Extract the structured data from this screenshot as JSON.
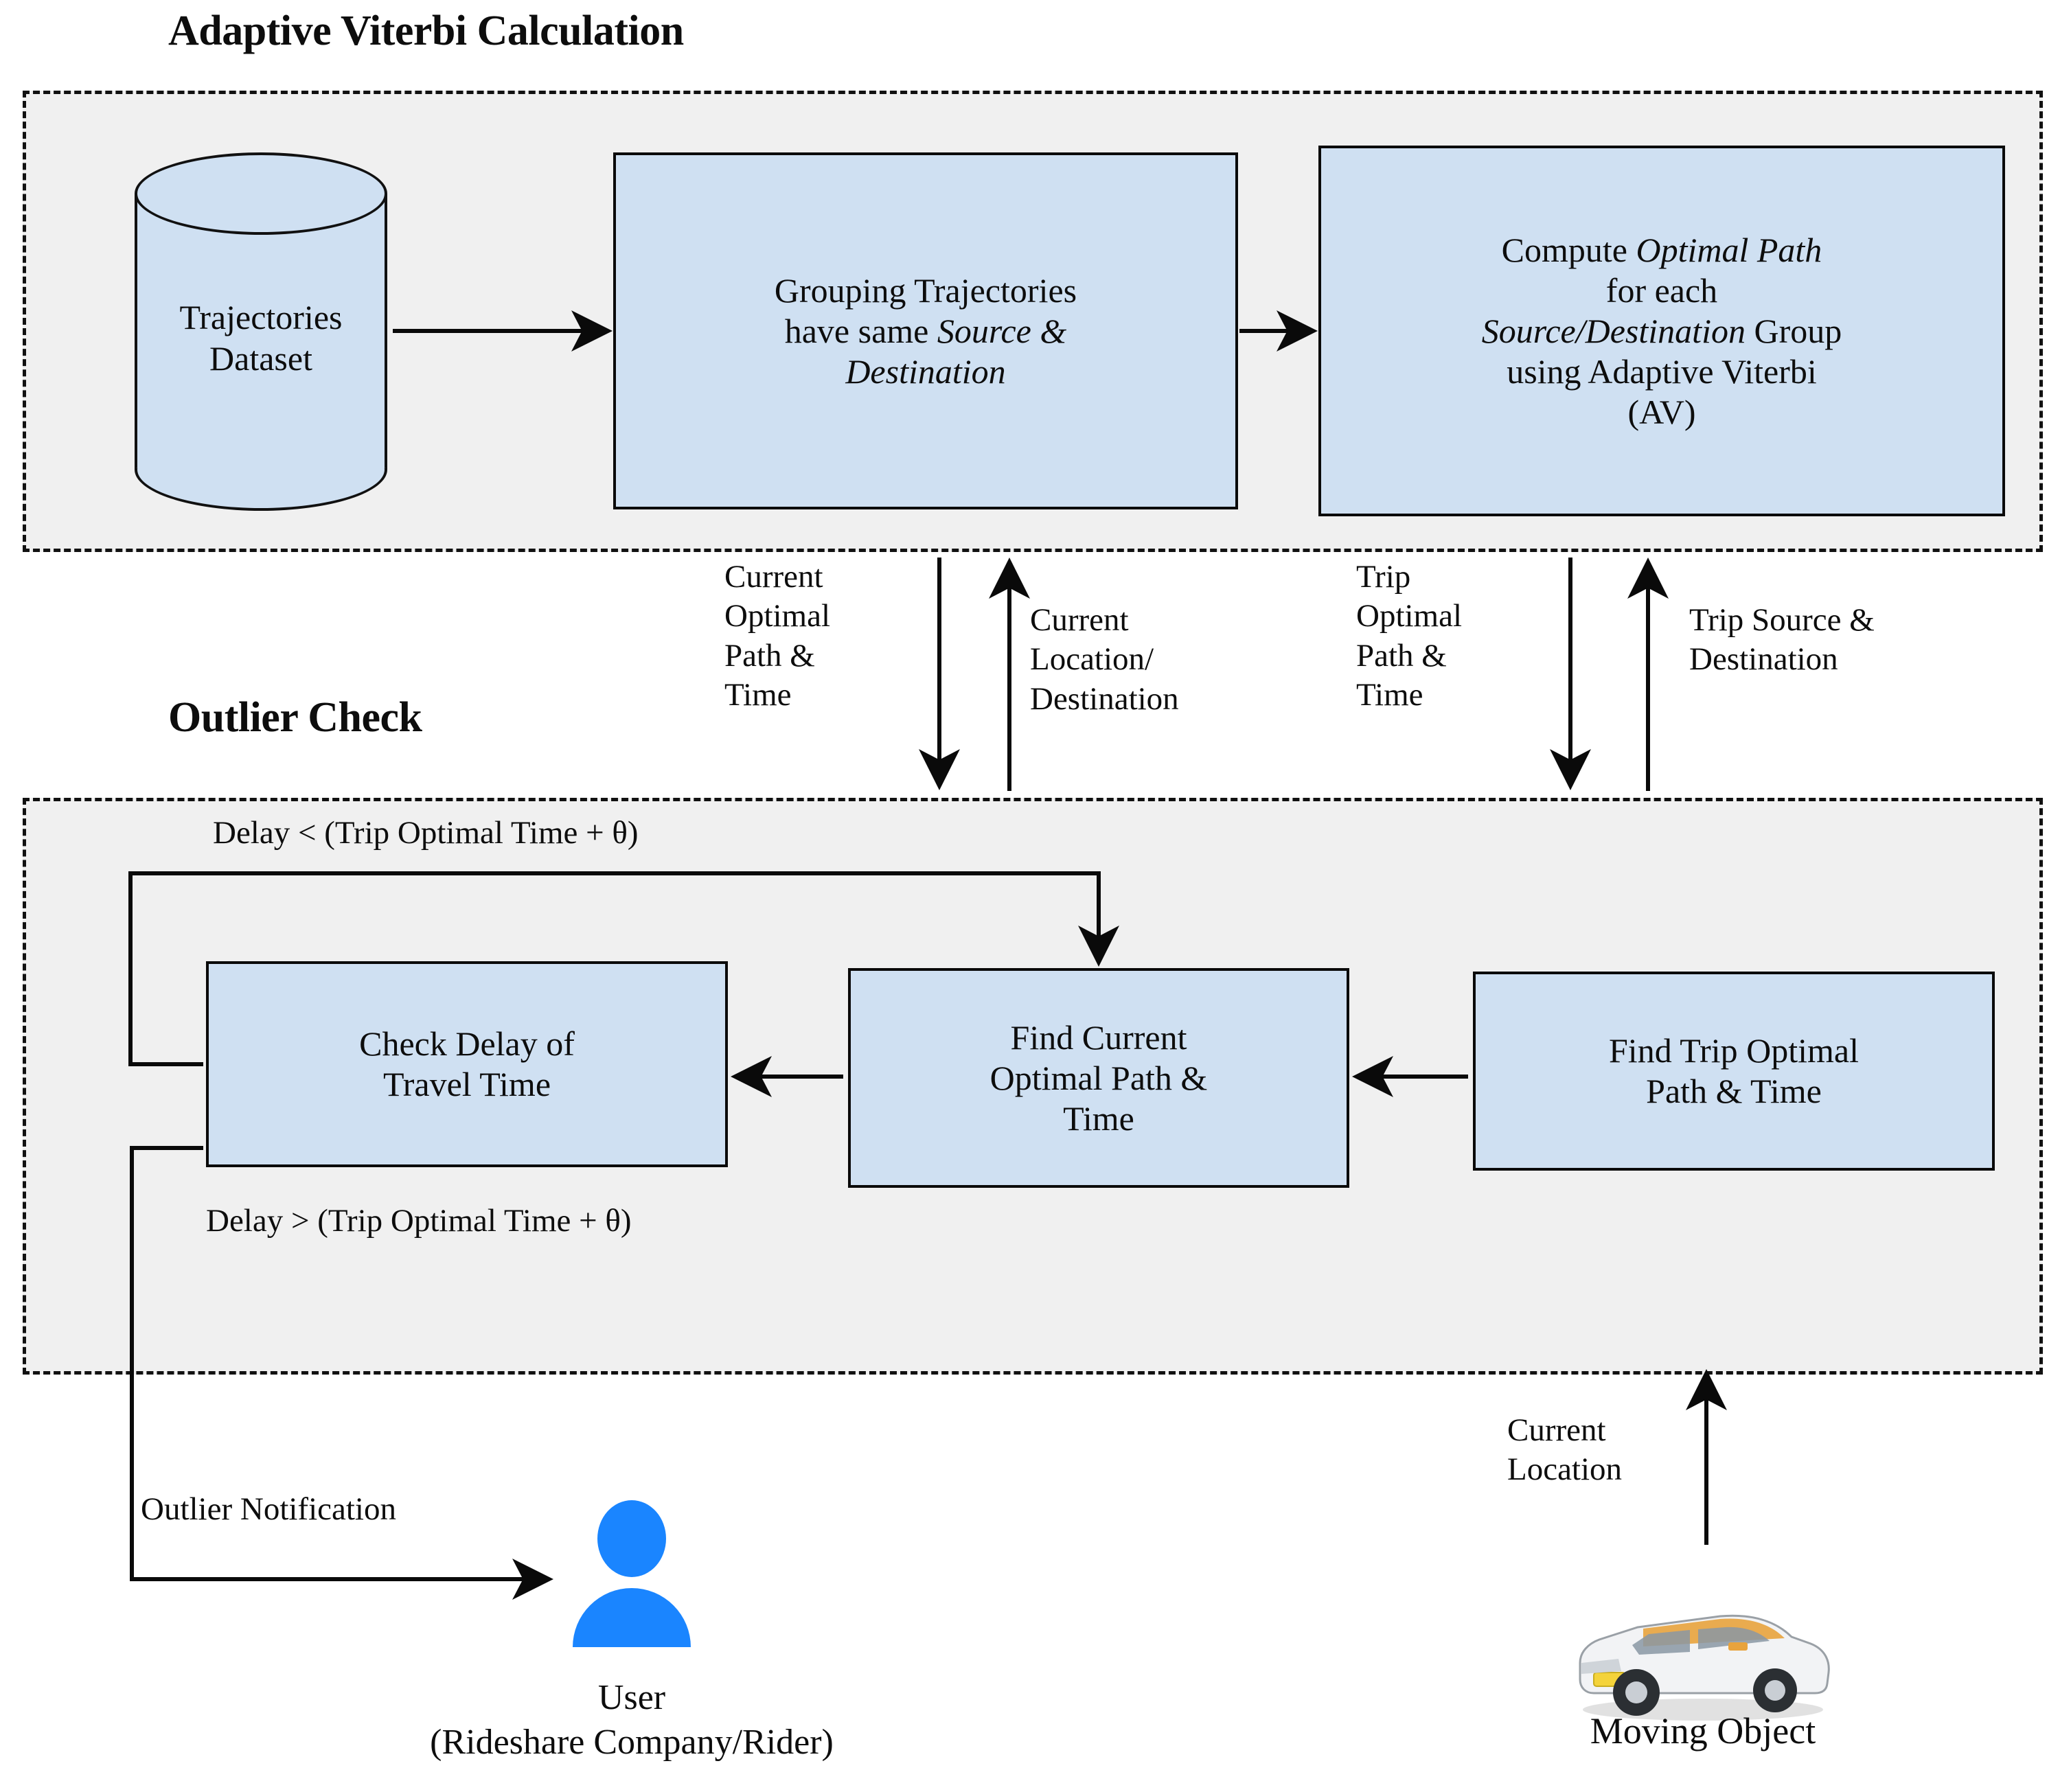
{
  "sections": {
    "av": {
      "title": "Adaptive Viterbi Calculation",
      "datastore": {
        "line1": "Trajectories",
        "line2": "Dataset"
      },
      "group_box": {
        "l1a": "Grouping Trajectories",
        "l2a": "have same ",
        "l2b": "Source &",
        "l3a": "Destination"
      },
      "compute_box": {
        "l1a": "Compute ",
        "l1b": "Optimal Path",
        "l2": "for each",
        "l3a": "Source/Destination",
        "l3b": " Group",
        "l4": "using Adaptive Viterbi",
        "l5": "(AV)"
      }
    },
    "oc": {
      "title": "Outlier Check",
      "check_box": "Check Delay of\nTravel Time",
      "find_current_box": "Find Current\nOptimal Path &\nTime",
      "find_trip_box": "Find Trip Optimal\nPath & Time",
      "delay_lt": "Delay < (Trip Optimal Time + θ)",
      "delay_gt": "Delay > (Trip Optimal Time + θ)"
    }
  },
  "edge_labels": {
    "current_optimal_path_time": "Current\nOptimal\nPath &\nTime",
    "current_location_destination": "Current\nLocation/\nDestination",
    "trip_optimal_path_time": "Trip\nOptimal\nPath  &\nTime",
    "trip_source_destination": "Trip Source &\nDestination",
    "outlier_notification": "Outlier Notification",
    "current_location": "Current\nLocation"
  },
  "actors": {
    "user": {
      "line1": "User",
      "line2": "(Rideshare Company/Rider)"
    },
    "moving_object": {
      "label": "Moving Object"
    }
  },
  "colors": {
    "box_fill": "#cfe0f2",
    "panel_fill": "#f0f0f0",
    "stroke": "#0a0a0a",
    "user_blue": "#1a85ff"
  }
}
